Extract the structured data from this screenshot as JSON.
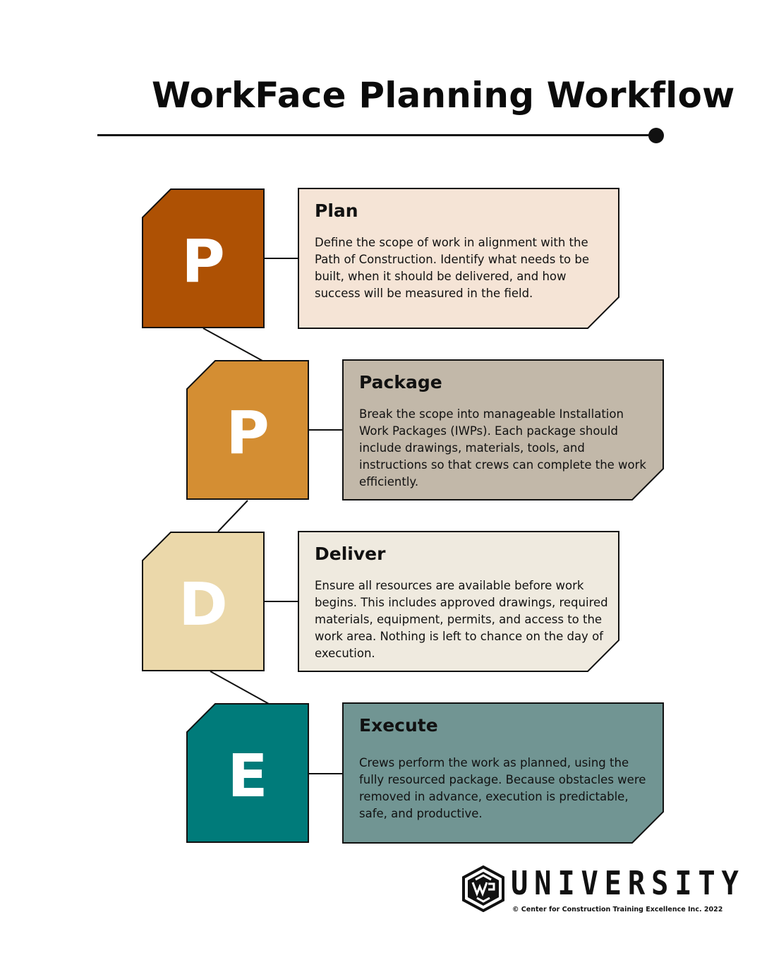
{
  "title": "WorkFace Planning Workflow",
  "steps": [
    {
      "letter": "P",
      "heading": "Plan",
      "body": "Define the scope of work in alignment with the Path of Construction. Identify what needs to be built, when it should be delivered, and how success will be measured in the field.",
      "tile_color": "#AE5104",
      "card_color": "#F5E4D6"
    },
    {
      "letter": "P",
      "heading": "Package",
      "body": "Break the scope into manageable Installation Work Packages (IWPs). Each package should include drawings, materials, tools, and instructions so that crews can complete the work efficiently.",
      "tile_color": "#D48E33",
      "card_color": "#C2B8A9"
    },
    {
      "letter": "D",
      "heading": "Deliver",
      "body": "Ensure all resources are available before work begins. This includes approved drawings, required materials, equipment, permits, and access to the work area. Nothing is left to chance on the day of execution.",
      "tile_color": "#EBD8AA",
      "card_color": "#EFEADF"
    },
    {
      "letter": "E",
      "heading": "Execute",
      "body": "Crews perform the work as planned, using the fully resourced package. Because obstacles were removed in advance, execution is predictable, safe, and productive.",
      "tile_color": "#007B7A",
      "card_color": "#719593"
    }
  ],
  "logo": {
    "emblem": "AWP",
    "wordmark": "UNIVERSITY",
    "copyright": "© Center for Construction Training Excellence Inc. 2022"
  }
}
